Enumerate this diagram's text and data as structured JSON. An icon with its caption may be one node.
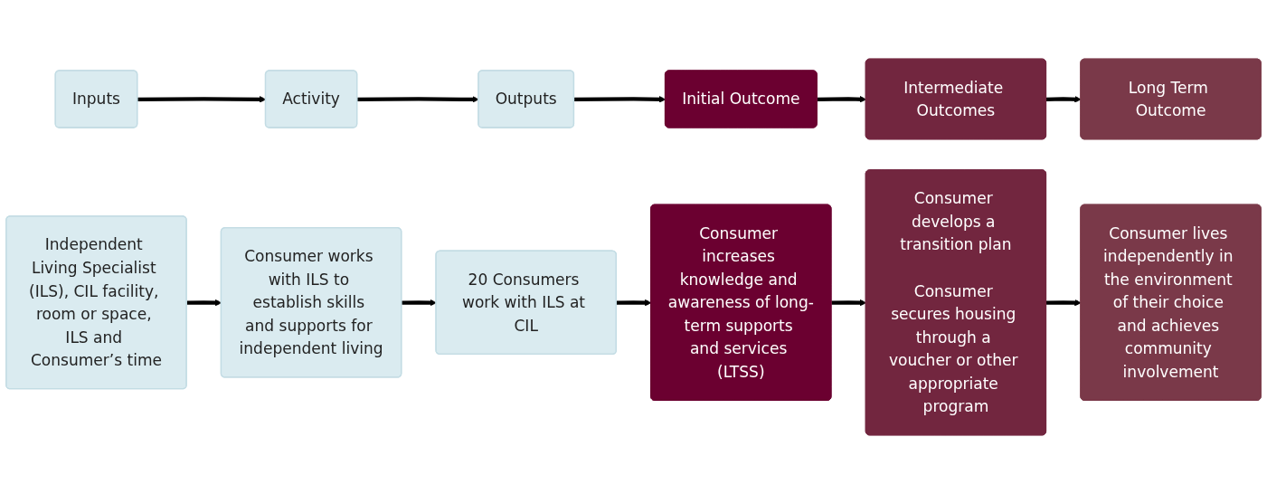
{
  "diagram": {
    "nodes": [
      {
        "text": [
          "Inputs"
        ]
      },
      {
        "text": [
          "Activity"
        ]
      },
      {
        "text": [
          "Outputs"
        ]
      },
      {
        "text": [
          "Initial Outcome"
        ]
      },
      {
        "text": [
          "Intermediate Outcomes"
        ]
      },
      {
        "text": [
          "Long Term Outcome"
        ]
      },
      {
        "text": [
          "Independent Living Specialist (ILS), CIL facility, room or space, ILS and Consumer’s time"
        ]
      },
      {
        "text": [
          "Consumer works with ILS to establish skills and supports for independent living"
        ]
      },
      {
        "text": [
          "20 Consumers work with ILS at CIL"
        ]
      },
      {
        "text": [
          "Consumer increases knowledge and awareness of long-term supports and services (LTSS)"
        ]
      },
      {
        "text": [
          "Consumer develops a transition plan",
          "Consumer secures housing through a voucher or other appropriate program"
        ]
      },
      {
        "text": [
          "Consumer lives independently in the environment of their choice and achieves community involvement"
        ]
      }
    ],
    "edges": [
      {
        "from": 0,
        "to": 1,
        "arrow": "to"
      },
      {
        "from": 1,
        "to": 2,
        "arrow": "to"
      },
      {
        "from": 2,
        "to": 3,
        "arrow": "to"
      },
      {
        "from": 3,
        "to": 4,
        "arrow": "to"
      },
      {
        "from": 4,
        "to": 5,
        "arrow": "to"
      },
      {
        "from": 6,
        "to": 7,
        "arrow": "to"
      },
      {
        "from": 7,
        "to": 8,
        "arrow": "to"
      },
      {
        "from": 8,
        "to": 9,
        "arrow": "to"
      },
      {
        "from": 9,
        "to": 10,
        "arrow": "to"
      },
      {
        "from": 10,
        "to": 11,
        "arrow": "to"
      }
    ]
  }
}
